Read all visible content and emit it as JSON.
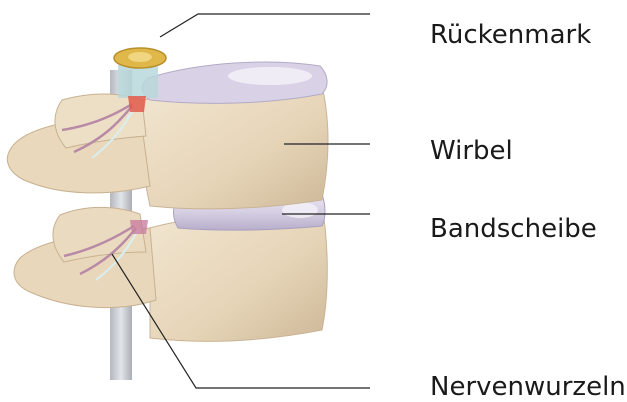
{
  "labels": {
    "spinal_cord": "Rückenmark",
    "vertebra": "Wirbel",
    "disc": "Bandscheibe",
    "nerve_roots": "Nervenwurzeln"
  },
  "colors": {
    "bone": "#e9d9bf",
    "bone_shadow": "#c9b495",
    "disc": "#d8d1e4",
    "disc_shadow": "#b9b0cc",
    "spinal_cord": "#e0b84a",
    "nerve": "#b98aa6",
    "nerve_highlight": "#d8eef0",
    "leader_line": "#222222"
  },
  "icons": {
    "illustration": "spine-segment-illustration"
  }
}
